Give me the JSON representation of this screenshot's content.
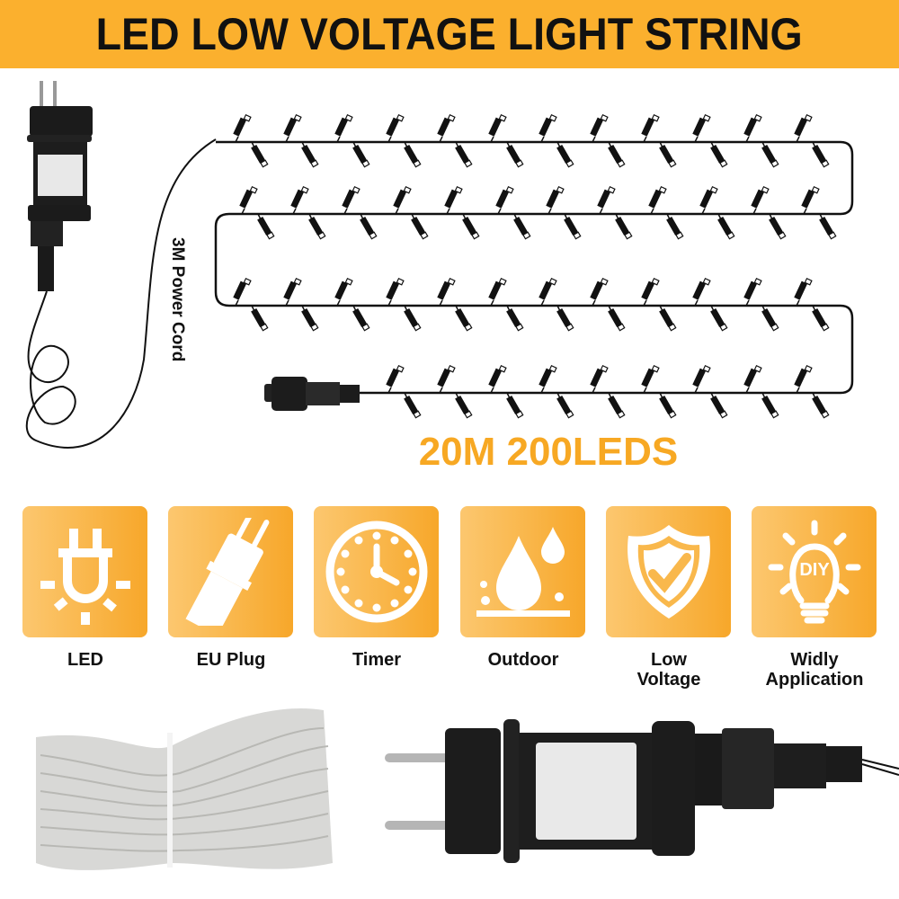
{
  "header": {
    "title": "LED LOW VOLTAGE LIGHT STRING",
    "background_color": "#fbb02e",
    "text_color": "#111111"
  },
  "diagram": {
    "power_cord_label": "3M Power Cord",
    "spec_label": "20M 200LEDS",
    "spec_color": "#f7a823",
    "rows": 4,
    "leds_per_row_top_side": 12
  },
  "features": [
    {
      "id": "led",
      "label": "LED",
      "icon": "led-bulb-icon"
    },
    {
      "id": "eu-plug",
      "label": "EU Plug",
      "icon": "eu-plug-icon"
    },
    {
      "id": "timer",
      "label": "Timer",
      "icon": "clock-icon"
    },
    {
      "id": "outdoor",
      "label": "Outdoor",
      "icon": "water-drop-icon"
    },
    {
      "id": "low-voltage",
      "label": "Low\nVoltage",
      "label_lines": [
        "Low",
        "Voltage"
      ],
      "icon": "shield-check-icon"
    },
    {
      "id": "widely-application",
      "label": "Widly\nApplication",
      "label_lines": [
        "Widly",
        "Application"
      ],
      "icon": "diy-bulb-icon"
    }
  ],
  "diy_text": "DIY",
  "tile_gradient": [
    "#fcc76f",
    "#f7a72a"
  ],
  "photos": {
    "left": "coiled-led-string",
    "right": "eu-plug-adapter"
  }
}
